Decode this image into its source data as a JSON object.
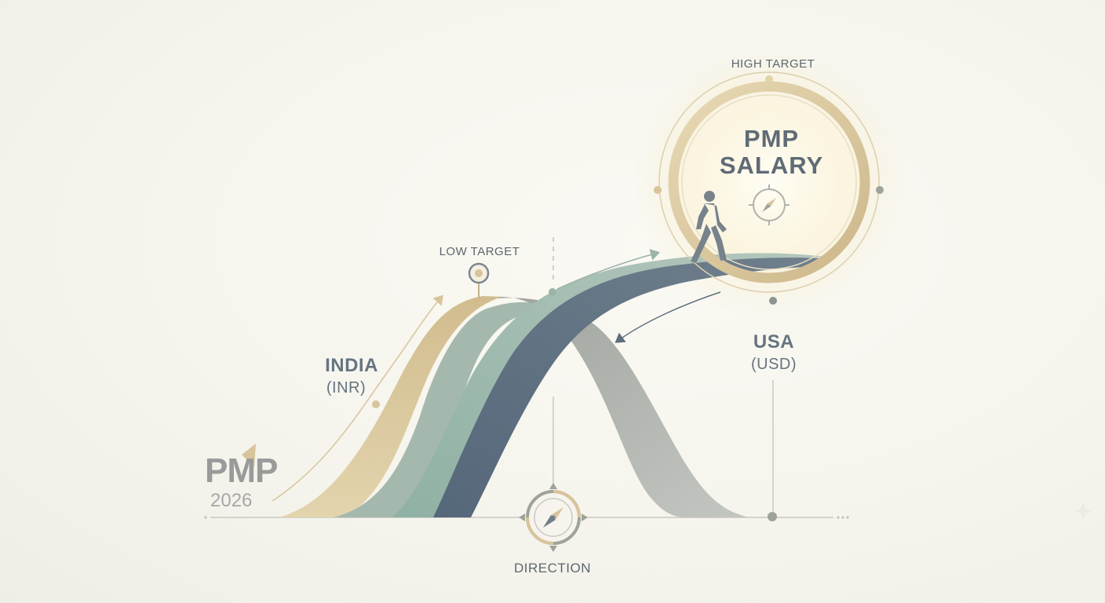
{
  "logo": {
    "title": "PMP",
    "year": "2026"
  },
  "markers": {
    "low_target": "LOW TARGET",
    "high_target": "HIGH TARGET",
    "direction": "DIRECTION"
  },
  "india": {
    "country": "INDIA",
    "currency": "(INR)"
  },
  "usa": {
    "country": "USA",
    "currency": "(USD)"
  },
  "goal": {
    "line1": "PMP",
    "line2": "SALARY"
  },
  "colors": {
    "gold": "#d8c49c",
    "sage": "#9bb3a8",
    "slate": "#5e6f7e",
    "grey": "#a9aca6",
    "ink": "#5b6770"
  },
  "icons": {
    "compass_goal": "compass-icon",
    "compass_direction": "compass-icon",
    "pin_low": "map-pin-icon",
    "walker": "walking-person-icon"
  }
}
